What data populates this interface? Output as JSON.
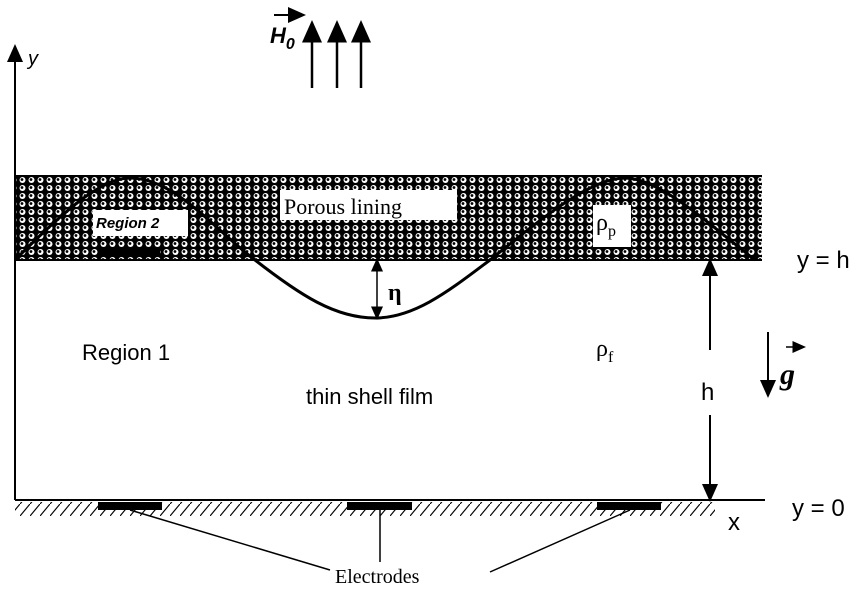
{
  "labels": {
    "y_axis": "y",
    "x_axis": "x",
    "field": "H",
    "field_sub": "0",
    "porous": "Porous lining",
    "region2": "Region 2",
    "rho_p": "ρ",
    "rho_p_sub": "p",
    "rho_f": "ρ",
    "rho_f_sub": "f",
    "eta": "η",
    "region1": "Region 1",
    "film": "thin shell  film",
    "gravity": "g",
    "h": "h",
    "y_eq_h": "y = h",
    "y_eq_0": "y = 0",
    "electrodes": "Electrodes"
  },
  "colors": {
    "ink": "#000000",
    "background": "#ffffff"
  }
}
